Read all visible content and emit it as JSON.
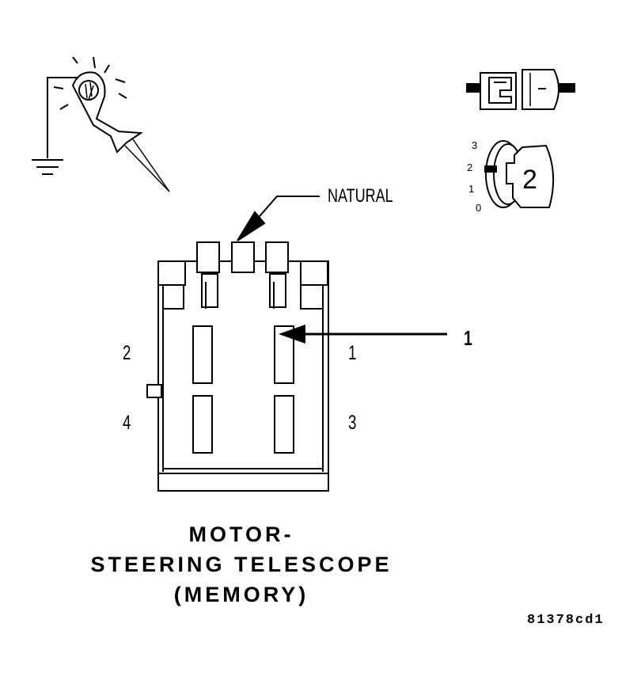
{
  "labels": {
    "natural": "NATURAL",
    "callout": "1",
    "pins": [
      "1",
      "2",
      "3",
      "4"
    ]
  },
  "title": {
    "line1": "MOTOR-",
    "line2": "STEERING TELESCOPE",
    "line3": "(MEMORY)"
  },
  "figure_code": "81378cd1",
  "ignition_positions": [
    "3",
    "2",
    "1",
    "0"
  ],
  "ignition_key_label": "2",
  "icons": [
    "test-light-icon",
    "connector-disconnected-icon",
    "ignition-switch-icon"
  ]
}
